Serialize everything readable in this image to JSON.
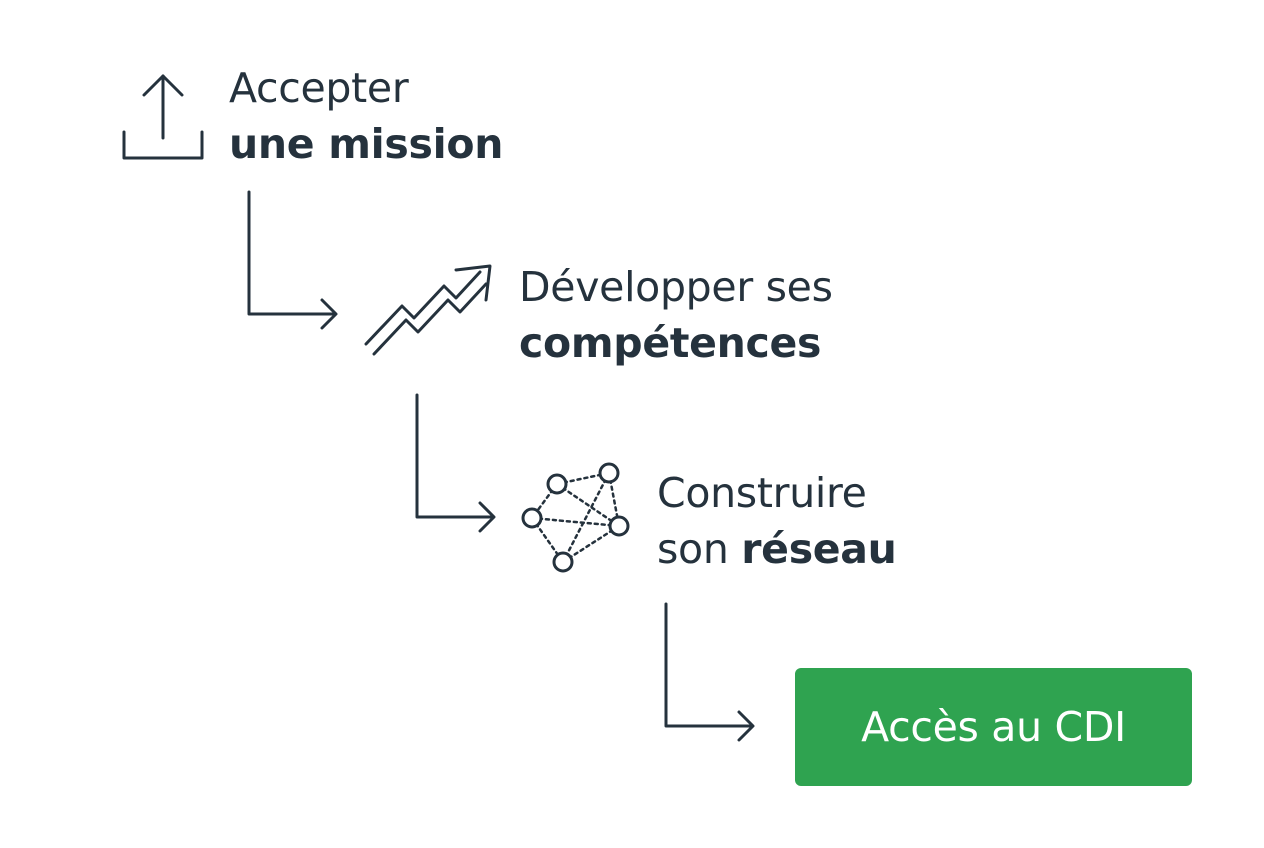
{
  "colors": {
    "stroke": "#25323d",
    "button_bg": "#2fa350",
    "button_text": "#ffffff",
    "background": "#ffffff"
  },
  "steps": [
    {
      "icon": "upload-icon",
      "line1": "Accepter",
      "line2_normal": "",
      "line2_bold": "une mission"
    },
    {
      "icon": "trending-up-icon",
      "line1": "Développer ses",
      "line2_normal": "",
      "line2_bold": "compétences"
    },
    {
      "icon": "network-icon",
      "line1": "Construire",
      "line2_normal": "son ",
      "line2_bold": "réseau"
    }
  ],
  "final": {
    "label": "Accès au CDI"
  }
}
